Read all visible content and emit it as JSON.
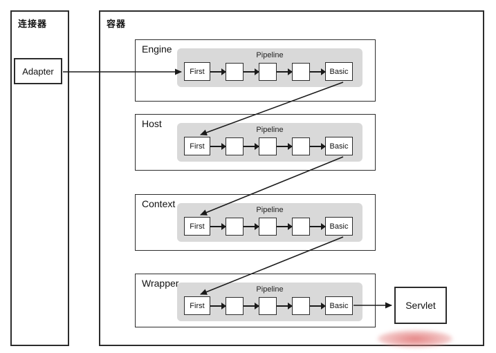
{
  "connector": {
    "label": "连接器",
    "adapter_label": "Adapter"
  },
  "container": {
    "label": "容器",
    "sections": [
      {
        "name": "Engine",
        "pipeline_label": "Pipeline",
        "first": "First",
        "basic": "Basic"
      },
      {
        "name": "Host",
        "pipeline_label": "Pipeline",
        "first": "First",
        "basic": "Basic"
      },
      {
        "name": "Context",
        "pipeline_label": "Pipeline",
        "first": "First",
        "basic": "Basic"
      },
      {
        "name": "Wrapper",
        "pipeline_label": "Pipeline",
        "first": "First",
        "basic": "Basic"
      }
    ],
    "servlet_label": "Servlet"
  },
  "colors": {
    "line": "#1a1a1a",
    "border": "#2b2b2b",
    "pipeline_background": "#d9d9d9",
    "watermark_smudge": "#e06e6e"
  }
}
